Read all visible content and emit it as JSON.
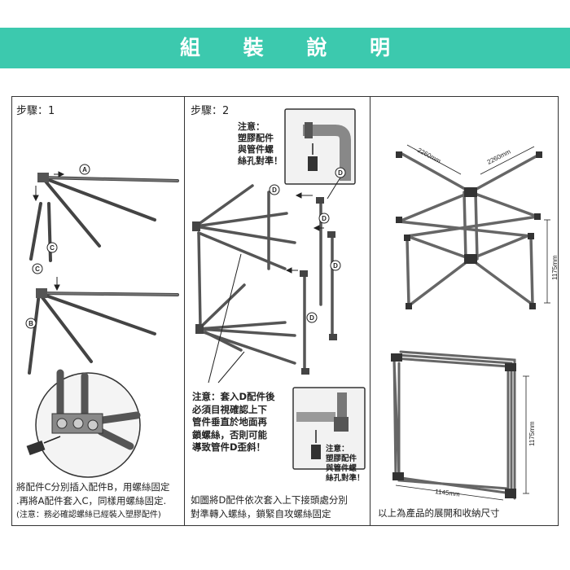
{
  "banner": {
    "title": "組 裝 說 明",
    "color": "#3cc9ae"
  },
  "step1": {
    "label": "步驟：1",
    "parts": [
      "A",
      "C",
      "C",
      "B"
    ],
    "caption_line1": "將配件C分別插入配件B，用螺絲固定",
    "caption_line2": ".再將A配件套入C，同樣用螺絲固定.",
    "caption_note": "(注意：務必確認螺絲已經裝入塑膠配件)"
  },
  "step2": {
    "label": "步驟：2",
    "note_top_line1": "注意：",
    "note_top_line2": "塑膠配件",
    "note_top_line3": "與管件螺",
    "note_top_line4": "絲孔對準！",
    "parts": [
      "D",
      "D",
      "D",
      "D",
      "D",
      "D"
    ],
    "note_mid_line1": "注意：套入D配件後",
    "note_mid_line2": "必須目視確認上下",
    "note_mid_line3": "管件垂直於地面再",
    "note_mid_line4": "鎖螺絲，否則可能",
    "note_mid_line5": "導致管件D歪斜！",
    "note_bot_line1": "注意：",
    "note_bot_line2": "塑膠配件",
    "note_bot_line3": "與管件螺",
    "note_bot_line4": "絲孔對準！",
    "caption_line1": "如圖將D配件依次套入上下接頭處分別",
    "caption_line2": "對準轉入螺絲，鎖緊自攻螺絲固定"
  },
  "step3": {
    "dim_diag1": "2260mm",
    "dim_diag2": "2260mm",
    "dim_height_open": "1175mm",
    "dim_height_folded": "1175mm",
    "dim_width_folded": "1145mm",
    "caption": "以上為產品的展開和收納尺寸"
  }
}
